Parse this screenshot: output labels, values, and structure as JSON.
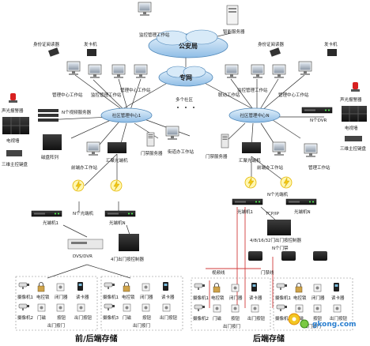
{
  "clouds": {
    "public_security": "公安局",
    "private_net": "专网"
  },
  "top": {
    "review_ws": "监控管理工作站",
    "smart_server": "智能服务器"
  },
  "left_center": {
    "id_reader": "身份证阅读器",
    "card_issuer": "发卡机",
    "ws_a": "管理中心工作站",
    "ws_b": "监控管理工作站",
    "ws_c": "管理中心工作站",
    "center": "社区管理中心1",
    "alarm": "声光报警器",
    "tv_wall": "电视墙",
    "dvr": "N个视频服务器",
    "keyboard": "三维主控键盘",
    "disk_array": "磁盘阵列",
    "front_ws": "前端办工作站",
    "agg_switch": "汇聚光端机",
    "street_ws": "街道办工作站",
    "door_server": "门禁服务器"
  },
  "multi_community": "多个社区",
  "right_center": {
    "id_reader": "身份证阅读器",
    "card_issuer": "发卡机",
    "ws_a": "联动工作站",
    "ws_b": "监控管理工作站",
    "ws_c": "管理中心工作站",
    "center": "社区管理中心N",
    "alarm": "声光报警器",
    "nvr": "N个DVR",
    "tv_wall": "电视墙",
    "keyboard": "三维主控键盘",
    "door_server": "门禁服务器",
    "agg_switch": "汇聚光端机",
    "street_ws": "前端办工作站",
    "smart_ws": "管理工作站"
  },
  "left_front": {
    "opt_n": "N个光端机",
    "opt_1": "光端机1",
    "opt_n2": "光端机N",
    "dvr_box": "DVS/DVR",
    "ctrl": "4门出门按控制器",
    "site_a": [
      "摄像机1",
      "电控锁",
      "闭门器",
      "读卡器"
    ],
    "site_a2": [
      "摄像机2",
      "门磁",
      "按钮",
      "出门按钮"
    ],
    "site_b": [
      "摄像机1",
      "电控锁",
      "闭门器",
      "读卡器"
    ],
    "site_b2": [
      "摄像机3",
      "门磁",
      "按钮",
      "出门按钮"
    ],
    "exit_a": "出门按门",
    "exit_b": "出门按门"
  },
  "right_front": {
    "opt": "光端机1",
    "opt_n": "N个光端机",
    "opt_nn": "光端机N",
    "tcpip": "TCP/IP",
    "ctrl": "4/8/16/32门出门按控制器",
    "n_doors": "N个门禁",
    "video_line": "视频线",
    "door_line": "门禁线",
    "site_a": [
      "摄像机1",
      "电控锁",
      "闭门器",
      "读卡器"
    ],
    "site_a2": [
      "摄像机2",
      "门磁",
      "按钮",
      "出门按钮"
    ],
    "site_b": [
      "摄像机1",
      "电控锁",
      "闭门器",
      "读卡器"
    ],
    "site_b2": [
      "摄像机3",
      "门磁",
      "按钮",
      "出门按钮"
    ],
    "exit_a": "出门按门",
    "exit_b": "出门按门"
  },
  "captions": {
    "left": "前/后端存储",
    "right": "后端存储"
  },
  "watermark": "gkong.com",
  "colors": {
    "cloud_fill": "#b9d8f2",
    "cloud_stroke": "#4d86b8",
    "line_blue": "#3a3a3a",
    "line_red": "#d23b3b",
    "lightning": "#f2d21c"
  }
}
